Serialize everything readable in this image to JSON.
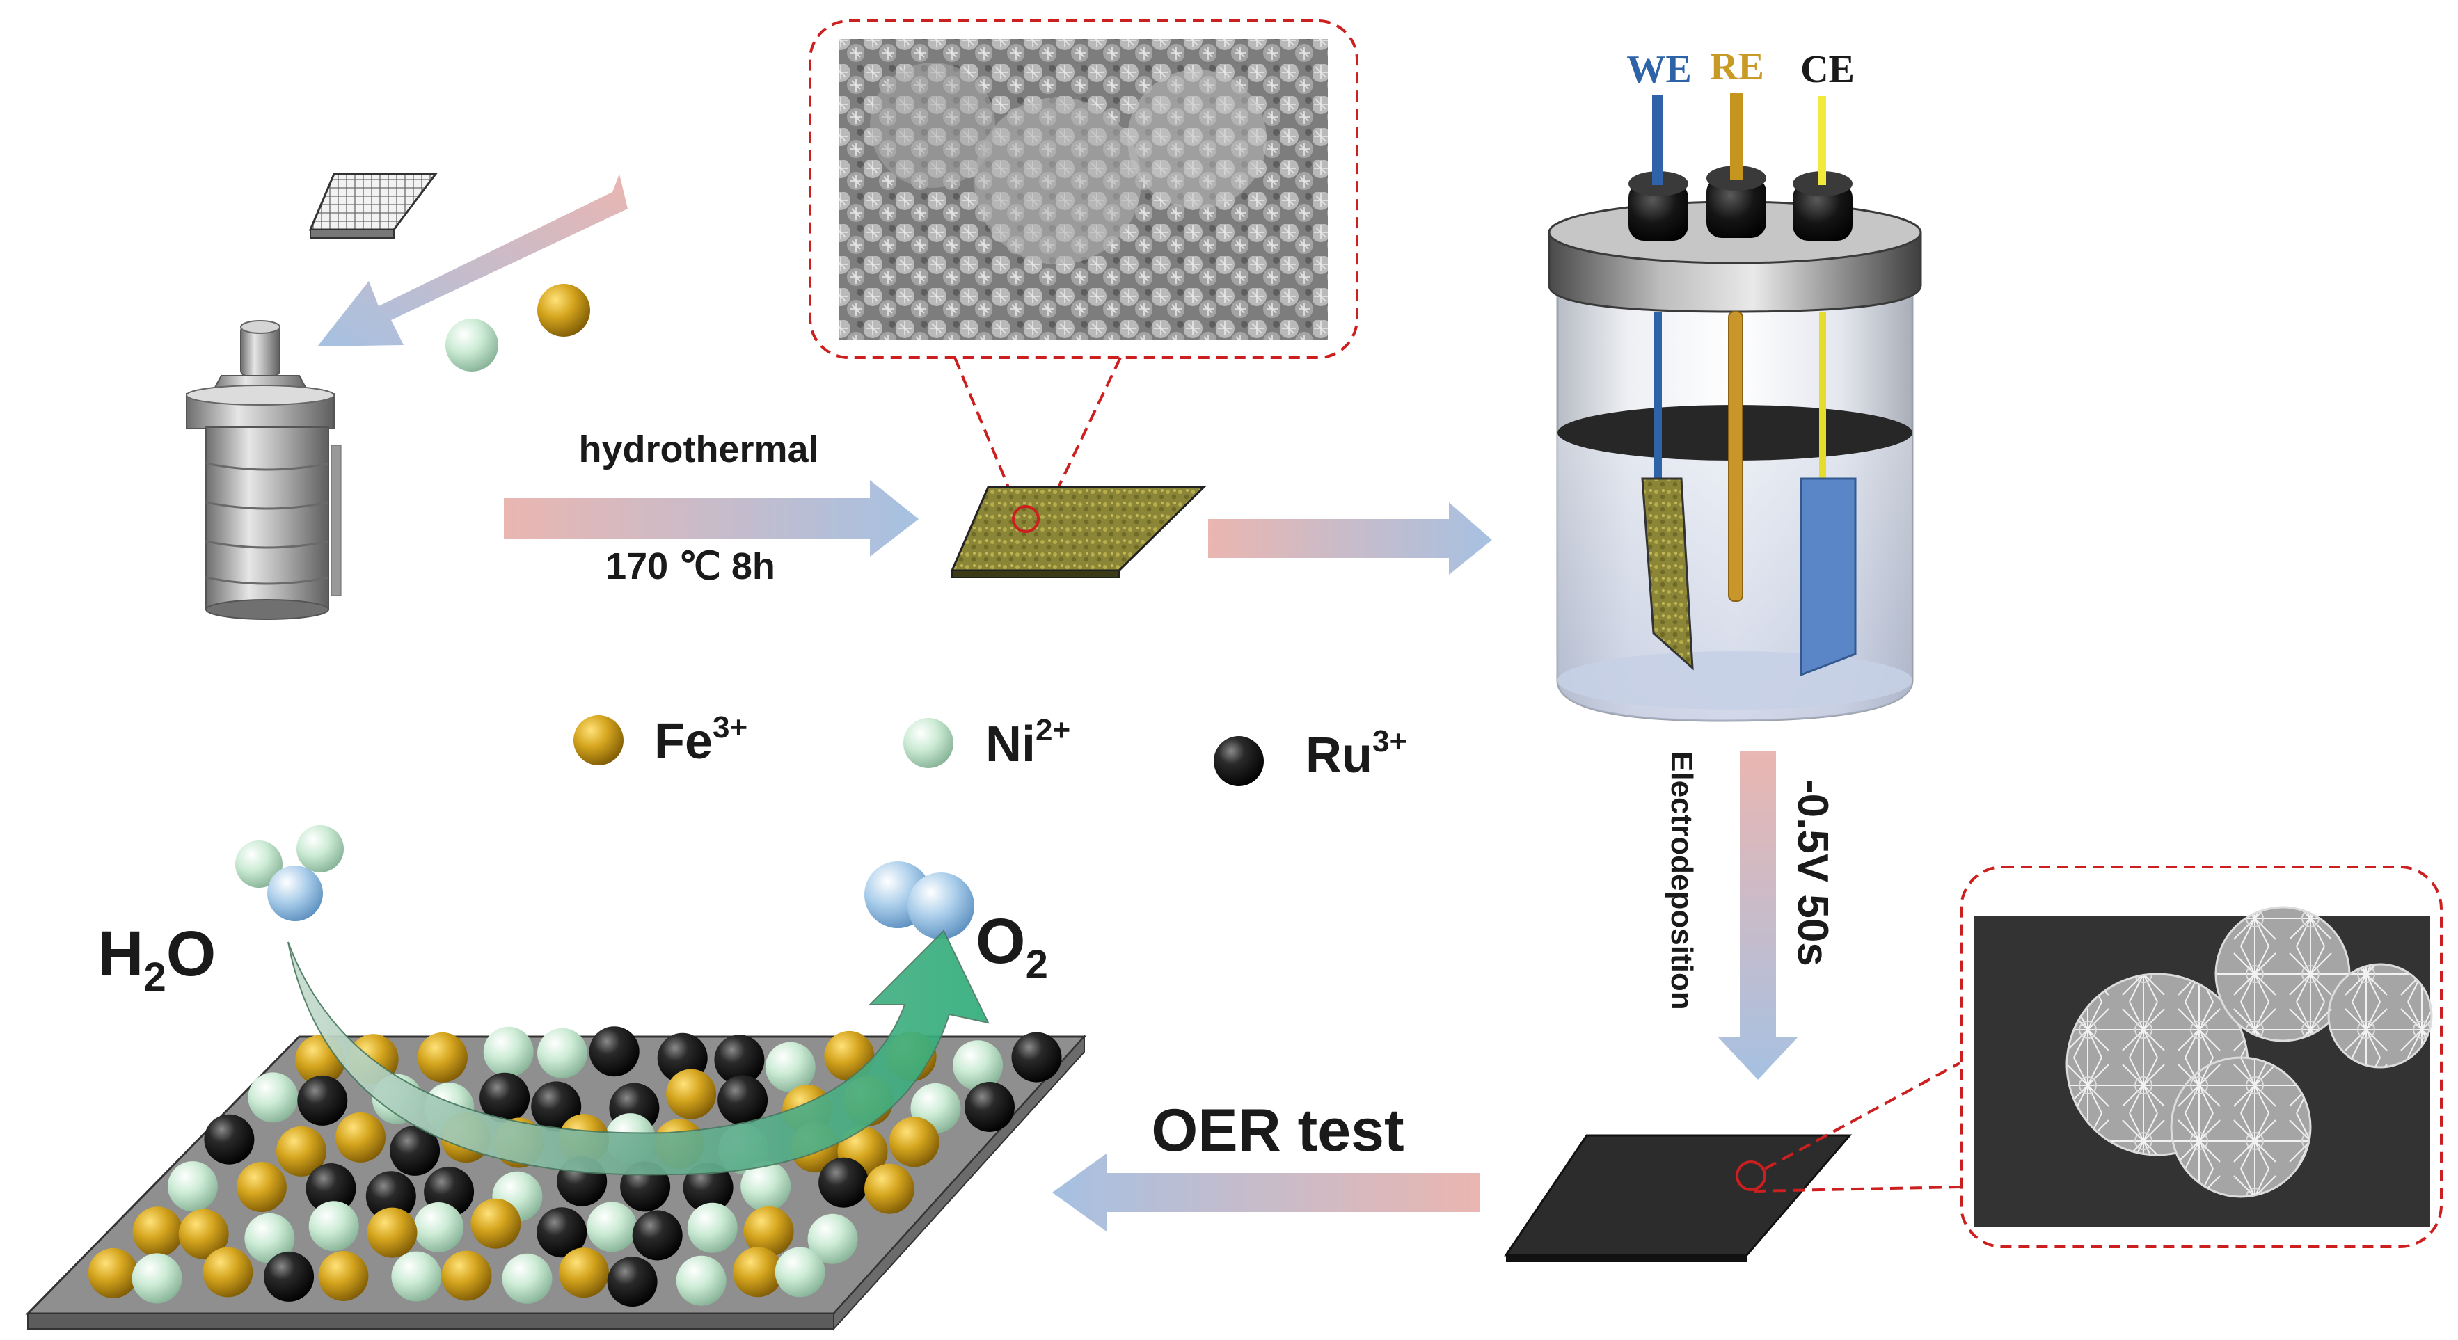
{
  "steps": {
    "hydrothermal": "hydrothermal",
    "conditions": "170 ℃  8h",
    "electrodeposition": "Electrodeposition",
    "potential": "-0.5V  50s",
    "oer": "OER test"
  },
  "electrodes": {
    "we": "WE",
    "re": "RE",
    "ce": "CE"
  },
  "legend": [
    {
      "symbol": "Fe",
      "charge": "3+",
      "color": "#c2930e"
    },
    {
      "symbol": "Ni",
      "charge": "2+",
      "color": "#bfe3cb"
    },
    {
      "symbol": "Ru",
      "charge": "3+",
      "color": "#161616"
    }
  ],
  "reaction": {
    "reactant_base": "H",
    "reactant_sub": "2",
    "reactant_tail": "O",
    "product_base": "O",
    "product_sub": "2"
  },
  "colors": {
    "we": "#2f63a8",
    "re": "#c89a26",
    "ce": "#1a1a1a",
    "sem_border": "#cc1f1f",
    "arrow_start": "#e8b4b0",
    "arrow_end": "#a8c0e0"
  }
}
